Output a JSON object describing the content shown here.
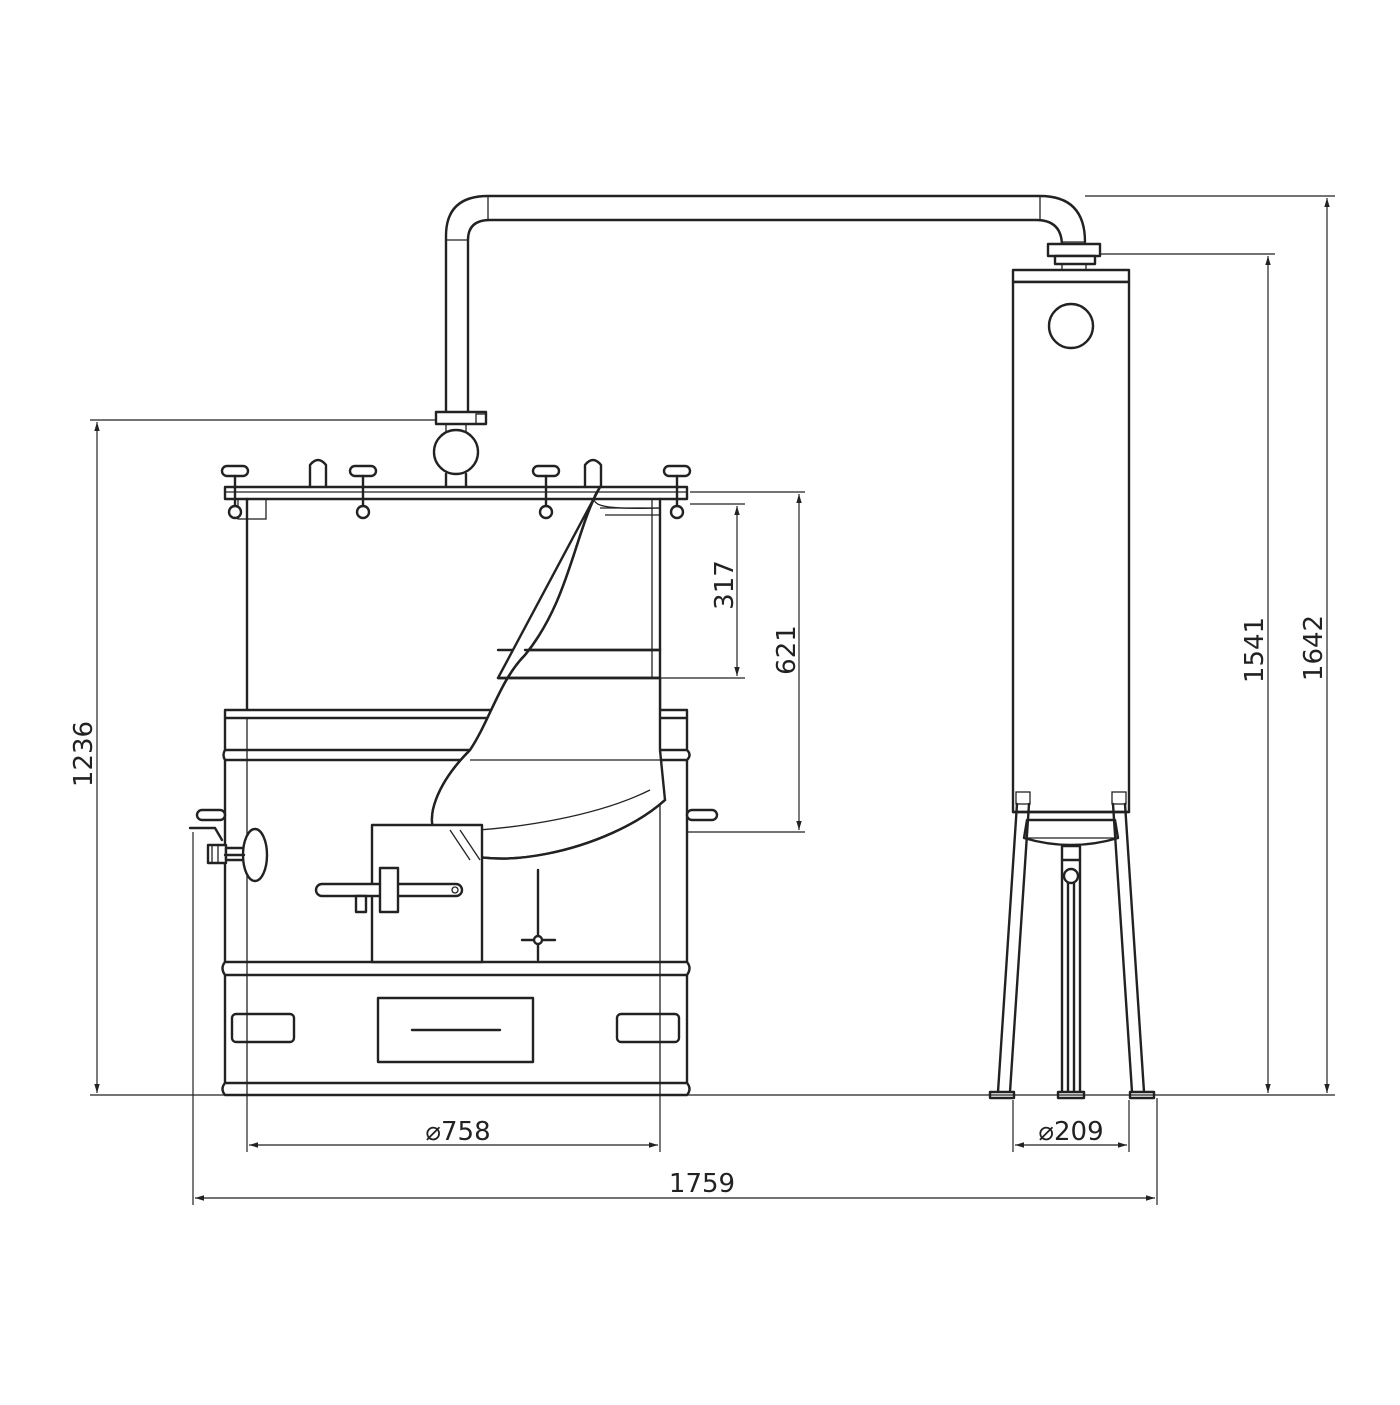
{
  "drawing": {
    "line_color": "#222222",
    "background": "#ffffff",
    "dimensions": {
      "d317": "317",
      "d621": "621",
      "d1236": "1236",
      "d1541": "1541",
      "d1642": "1642",
      "d758": "⌀758",
      "d209": "⌀209",
      "d1759": "1759"
    }
  }
}
